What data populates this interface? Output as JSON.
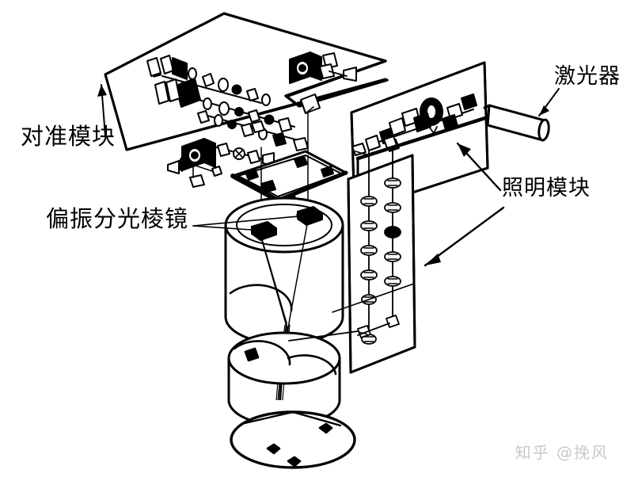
{
  "figure": {
    "type": "isometric-line-drawing",
    "subject": "optical-system-exploded-view",
    "background_color": "#ffffff",
    "line_color": "#000000"
  },
  "labels": {
    "alignment_module": "对准模块",
    "polarizing_beam_splitter": "偏振分光棱镜",
    "laser": "激光器",
    "illumination_module": "照明模块"
  },
  "watermark": {
    "text": "知乎 @挽风",
    "color": "#c9c9c9"
  },
  "parts": {
    "top_board": "alignment-optical-breadboard",
    "mid_plate": "mounting-plate",
    "upper_barrel": "upper-lens-barrel",
    "lower_barrel": "lower-lens-barrel",
    "base_plate": "base-plate",
    "illum_horizontal_panel": "illumination-horizontal-panel",
    "illum_vertical_panel": "illumination-vertical-panel",
    "laser_tube": "laser-tube-cylinder"
  }
}
